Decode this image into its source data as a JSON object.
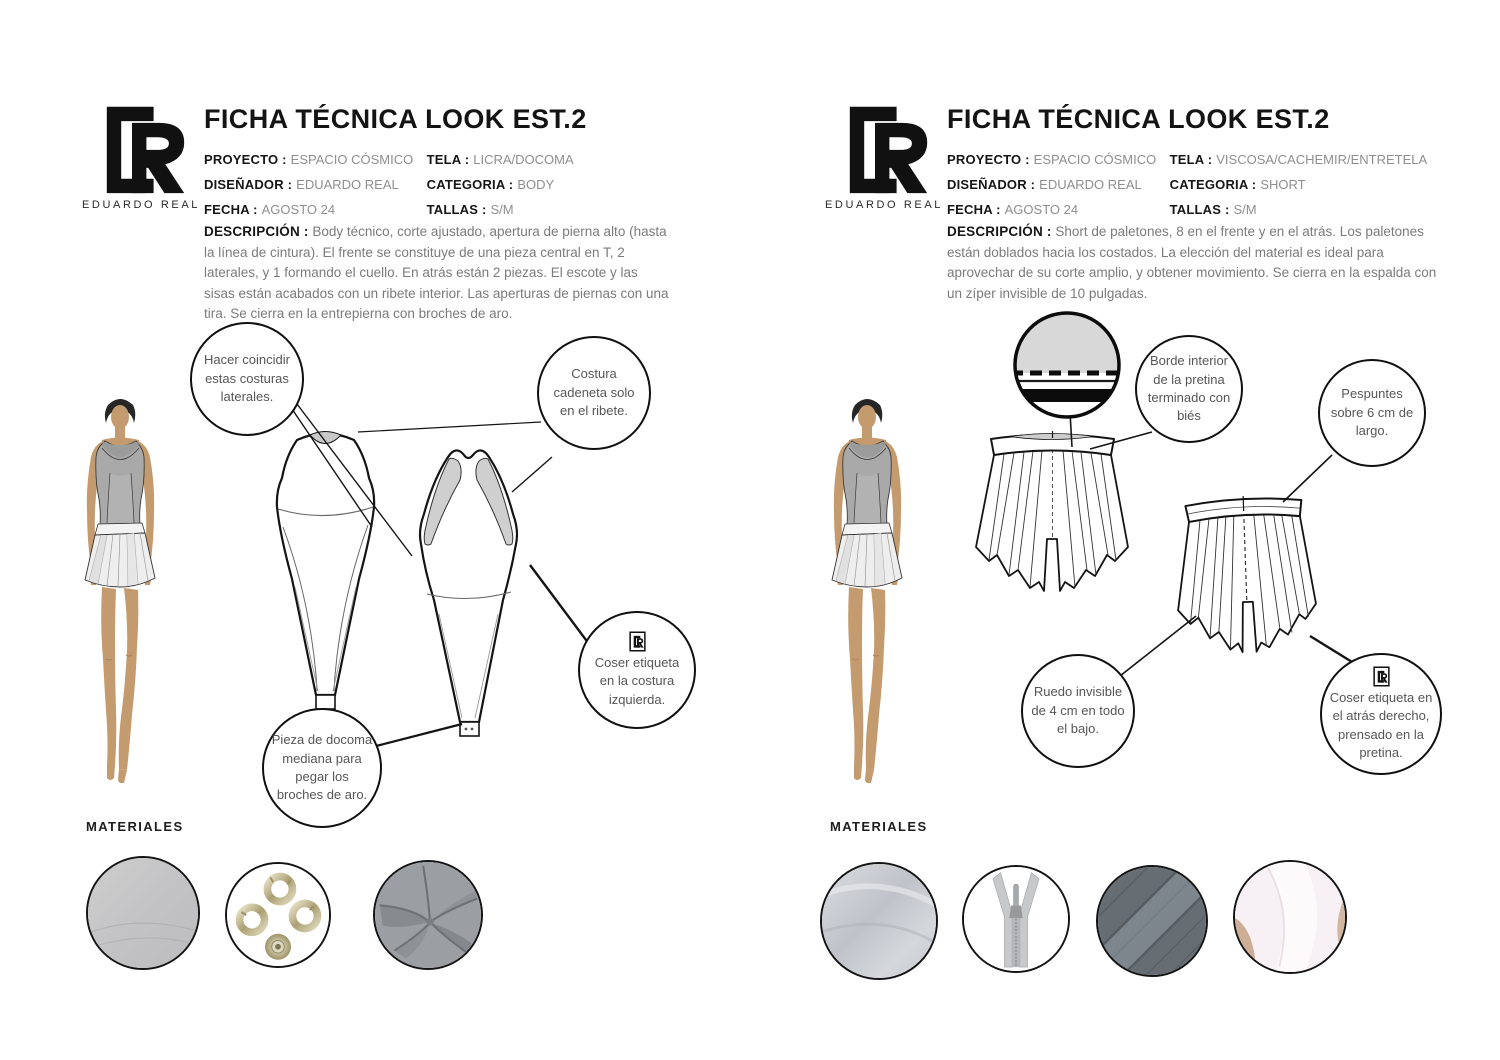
{
  "brand": {
    "name": "EDUARDO REAL",
    "logo": "eduardo-real-lr-monogram"
  },
  "colors": {
    "ink": "#141414",
    "value_gray": "#8e8e8e",
    "callout_text": "#565656",
    "garment_gray": "#a9a9a9",
    "shade_gray": "#cfcfcf"
  },
  "pages": [
    {
      "title": "FICHA TÉCNICA LOOK EST.2",
      "fields": [
        {
          "l1": "PROYECTO :",
          "v1": "ESPACIO CÓSMICO",
          "l2": "TELA :",
          "v2": "LICRA/DOCOMA"
        },
        {
          "l1": "DISEÑADOR :",
          "v1": "EDUARDO REAL",
          "l2": "CATEGORIA :",
          "v2": "BODY"
        },
        {
          "l1": "FECHA :",
          "v1": "AGOSTO 24",
          "l2": "TALLAS :",
          "v2": "S/M"
        }
      ],
      "desc_label": "DESCRIPCIÓN :",
      "descripcion": "Body técnico, corte ajustado, apertura de pierna alto (hasta la línea de cintura). El frente se constituye de una pieza central en T, 2 laterales, y 1 formando el cuello. En atrás están 2 piezas. El escote y las sisas están acabados con un ribete interior. Las aperturas de piernas con una tira. Se cierra en la entrepierna con broches de aro.",
      "callouts": [
        {
          "text": "Hacer coincidir estas costuras laterales."
        },
        {
          "text": "Costura cadeneta solo en el ribete."
        },
        {
          "text": "Coser etiqueta en la costura izquierda."
        },
        {
          "text": "Pieza de docoma mediana para pegar los broches de aro."
        }
      ],
      "materiales_label": "MATERIALES",
      "materials": [
        {
          "name": "licra-fabric-swatch",
          "color": "#c6c6c8"
        },
        {
          "name": "broches-de-aro-swatch",
          "color": "#cfc49a"
        },
        {
          "name": "docoma-fabric-swatch",
          "color": "#8f9498"
        }
      ]
    },
    {
      "title": "FICHA TÉCNICA LOOK EST.2",
      "fields": [
        {
          "l1": "PROYECTO :",
          "v1": "ESPACIO CÓSMICO",
          "l2": "TELA :",
          "v2": "VISCOSA/CACHEMIR/ENTRETELA"
        },
        {
          "l1": "DISEÑADOR :",
          "v1": "EDUARDO REAL",
          "l2": "CATEGORIA :",
          "v2": "SHORT"
        },
        {
          "l1": "FECHA :",
          "v1": "AGOSTO 24",
          "l2": "TALLAS :",
          "v2": "S/M"
        }
      ],
      "desc_label": "DESCRIPCIÓN :",
      "descripcion": "Short de paletones, 8 en el frente y en el atrás. Los paletones están doblados hacia los costados. La elección del material es ideal para aprovechar de su corte amplio, y obtener movimiento. Se cierra en la espalda con un zíper invisible de 10 pulgadas.",
      "callouts": [
        {
          "text": "Borde interior de la pretina terminado con biés"
        },
        {
          "text": "Pespuntes sobre 6 cm de largo."
        },
        {
          "text": "Ruedo invisible de 4 cm en todo el bajo."
        },
        {
          "text": "Coser etiqueta en el atrás derecho, prensado en la pretina."
        }
      ],
      "materiales_label": "MATERIALES",
      "materials": [
        {
          "name": "viscosa-fabric-swatch",
          "color": "#ccd0d5"
        },
        {
          "name": "ziper-invisible-swatch",
          "color": "#b6b9bb"
        },
        {
          "name": "bies-tape-swatch",
          "color": "#6d747a"
        },
        {
          "name": "entretela-fabric-swatch",
          "color": "#f5edf0"
        }
      ]
    }
  ]
}
